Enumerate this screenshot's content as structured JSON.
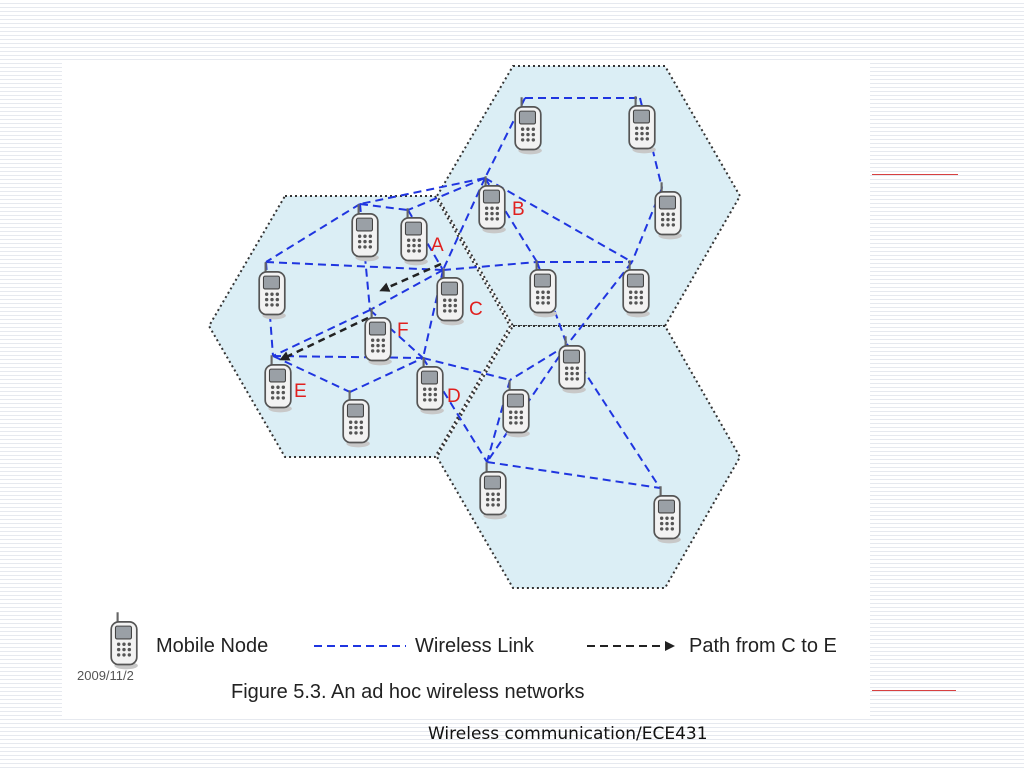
{
  "diagram": {
    "node_labels": {
      "A": "A",
      "B": "B",
      "C": "C",
      "D": "D",
      "E": "E",
      "F": "F"
    },
    "legend": {
      "mobile_node": "Mobile Node",
      "wireless_link": "Wireless Link",
      "path": "Path from C to E"
    },
    "caption": "Figure 5.3. An ad hoc wireless networks",
    "colors": {
      "cell_fill": "#dbeef5",
      "wireless_link": "#1f35e0",
      "path": "#222222",
      "label": "#e0201e"
    }
  },
  "slide": {
    "date": "2009/11/2",
    "footer": "Wireless communication/ECE431"
  }
}
